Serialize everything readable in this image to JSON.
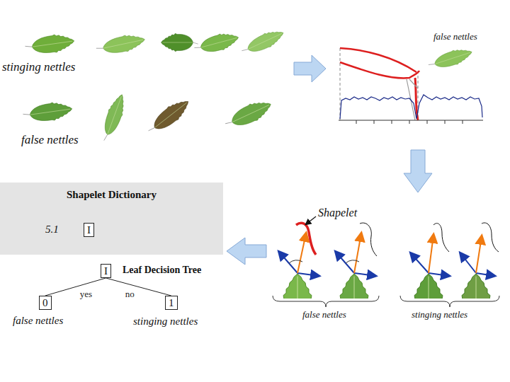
{
  "diagram": {
    "nodes": [
      {
        "text": [
          "Shapelet Dictionary"
        ]
      },
      {
        "text": [
          "I"
        ],
        "in": 0
      },
      {
        "text": [
          "I"
        ]
      },
      {
        "text": [
          "0"
        ]
      },
      {
        "text": [
          "1"
        ]
      }
    ],
    "edges": [
      {
        "from": 2,
        "to": 3,
        "arrow": "none",
        "label": "yes"
      },
      {
        "from": 2,
        "to": 4,
        "arrow": "none",
        "label": "no"
      }
    ],
    "labels": [
      "false nettles",
      "stinging nettles",
      "false nettles",
      "5.1",
      "Shapelet",
      "Leaf Decision Tree",
      "false nettles",
      "stinging nettles",
      "false nettles",
      "stinging nettles"
    ]
  }
}
